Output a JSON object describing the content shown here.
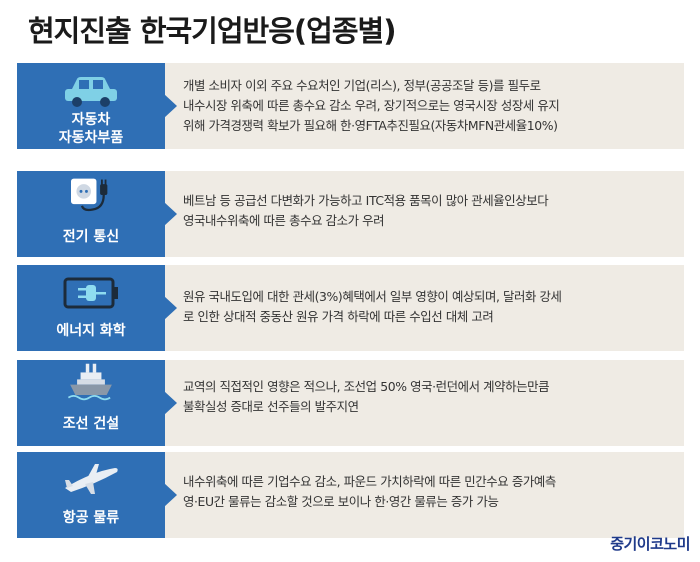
{
  "title": "현지진출 한국기업반응(업종별)",
  "rows": [
    {
      "icon": "car-icon",
      "label_lines": [
        "자동차",
        "자동차부품"
      ],
      "text_lines": [
        "개별 소비자 이외 주요 수요처인 기업(리스), 정부(공공조달 등)를 필두로",
        "내수시장 위축에 따른 총수요 감소 우려, 장기적으로는 영국시장 성장세 유지",
        "위해 가격경쟁력 확보가 필요해 한·영FTA추진필요(자동차MFN관세율10%)"
      ]
    },
    {
      "icon": "power-outlet-plug-icon",
      "label_lines": [
        "전기 통신"
      ],
      "text_lines": [
        "베트남 등 공급선 다변화가 가능하고 ITC적용 품목이 많아 관세율인상보다",
        "영국내수위축에 따른 총수요 감소가 우려"
      ]
    },
    {
      "icon": "battery-plug-icon",
      "label_lines": [
        "에너지 화학"
      ],
      "text_lines": [
        "원유 국내도입에 대한 관세(3%)혜택에서 일부 영향이 예상되며, 달러화 강세",
        "로 인한 상대적 중동산 원유 가격 하락에 따른 수입선 대체 고려"
      ]
    },
    {
      "icon": "ship-icon",
      "label_lines": [
        "조선 건설"
      ],
      "text_lines": [
        "교역의 직접적인 영향은 적으나, 조선업 50% 영국·런던에서 계약하는만큼",
        "불확실성 증대로 선주들의 발주지연"
      ]
    },
    {
      "icon": "airplane-icon",
      "label_lines": [
        "항공 물류"
      ],
      "text_lines": [
        "내수위축에 따른 기업수요 감소, 파운드 가치하락에 따른 민간수요 증가예측",
        "영·EU간 물류는 감소할 것으로 보이나 한·영간 물류는 증가 가능"
      ]
    }
  ],
  "brand": "중기이코노미",
  "colors": {
    "tile": "#2f6fb5",
    "panel": "#efebe4",
    "brand": "#1f3a8a"
  }
}
